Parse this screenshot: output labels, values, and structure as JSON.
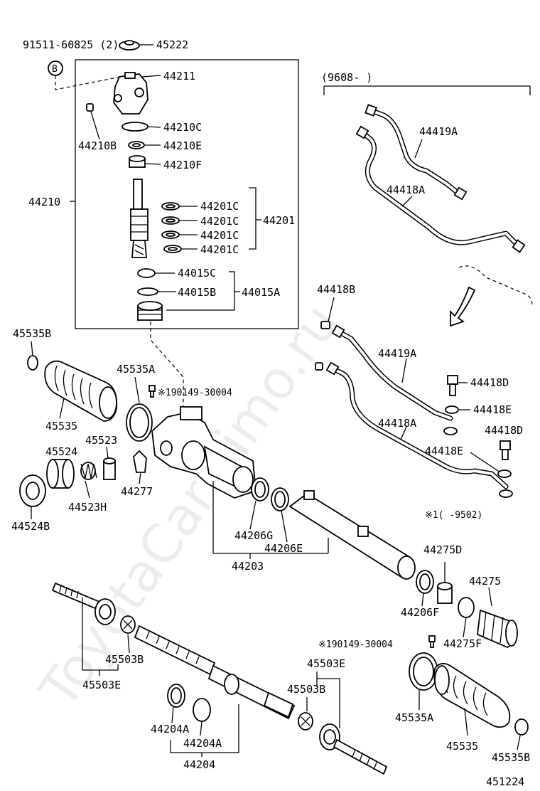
{
  "watermark": "ToyotaCarMimo.ru",
  "figure_number": "451224",
  "period_top": "(9608-      )",
  "period_note": "※1(      -9502)",
  "labels": {
    "p91511": "91511-60825 (2)",
    "p45222": "45222",
    "circleB": "B",
    "p44211": "44211",
    "p44210C": "44210C",
    "p44210B": "44210B",
    "p44210E": "44210E",
    "p44210F": "44210F",
    "p44210": "44210",
    "p44201C_1": "44201C",
    "p44201C_2": "44201C",
    "p44201C_3": "44201C",
    "p44201C_4": "44201C",
    "p44201": "44201",
    "p44015C": "44015C",
    "p44015B": "44015B",
    "p44015A": "44015A",
    "p44419A_top": "44419A",
    "p44418A_top": "44418A",
    "p44418B": "44418B",
    "p44419A": "44419A",
    "p44418D_1": "44418D",
    "p44418E_1": "44418E",
    "p44418A": "44418A",
    "p44418D_2": "44418D",
    "p44418E_2": "44418E",
    "p45535B_left": "45535B",
    "p45535A_left": "45535A",
    "p190149_top": "※190149-30004",
    "p45535_left": "45535",
    "p45524": "45524",
    "p45523": "45523",
    "p44277": "44277",
    "p44524B": "44524B",
    "p44523H": "44523H",
    "p44206G": "44206G",
    "p44206E": "44206E",
    "p44203": "44203",
    "p44275D": "44275D",
    "p44275": "44275",
    "p44206F": "44206F",
    "p190149_bottom": "※190149-30004",
    "p44275F": "44275F",
    "p45503B_left": "45503B",
    "p45503E_left": "45503E",
    "p45503E_right": "45503E",
    "p45503B_right": "45503B",
    "p44204A_1": "44204A",
    "p44204A_2": "44204A",
    "p44204": "44204",
    "p45535A_right": "45535A",
    "p45535_right": "45535",
    "p45535B_right": "45535B"
  }
}
